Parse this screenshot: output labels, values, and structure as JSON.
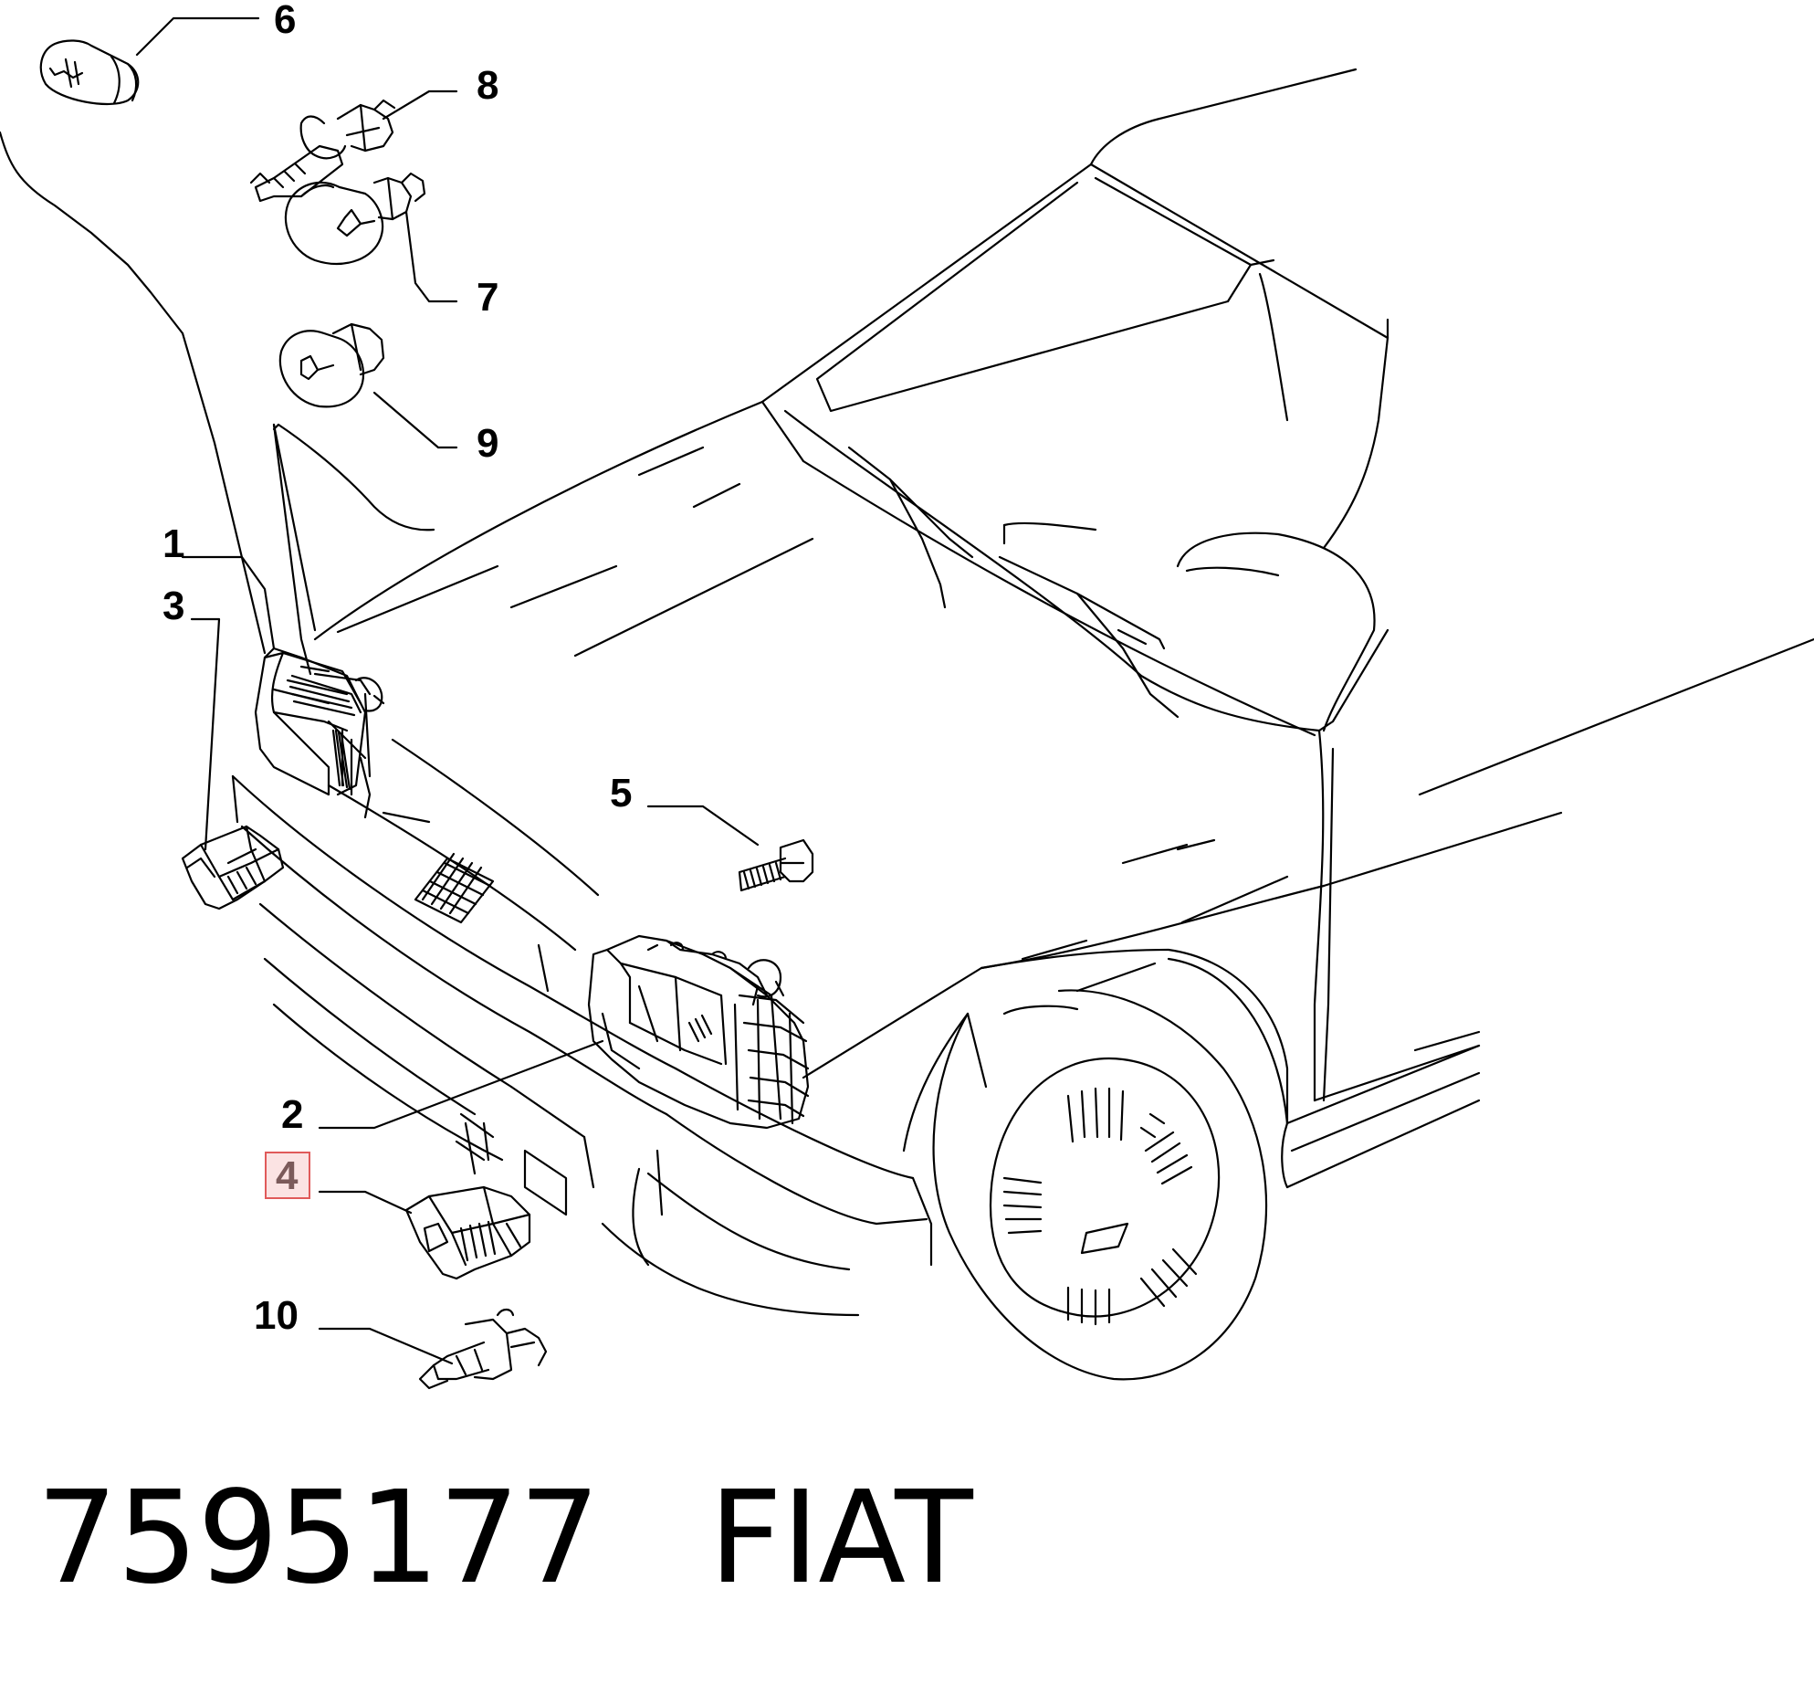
{
  "callouts": [
    {
      "id": "6",
      "label": "6",
      "highlighted": false
    },
    {
      "id": "8",
      "label": "8",
      "highlighted": false
    },
    {
      "id": "7",
      "label": "7",
      "highlighted": false
    },
    {
      "id": "9",
      "label": "9",
      "highlighted": false
    },
    {
      "id": "1",
      "label": "1",
      "highlighted": false
    },
    {
      "id": "3",
      "label": "3",
      "highlighted": false
    },
    {
      "id": "5",
      "label": "5",
      "highlighted": false
    },
    {
      "id": "2",
      "label": "2",
      "highlighted": false
    },
    {
      "id": "4",
      "label": "4",
      "highlighted": true
    },
    {
      "id": "10",
      "label": "10",
      "highlighted": false
    }
  ],
  "caption": {
    "part_number": "7595177",
    "brand": "FIAT"
  },
  "colors": {
    "line": "#000000",
    "highlight_border": "#e05a5a",
    "highlight_fill": "#fbe3e3",
    "highlight_text": "#7b5a5a"
  }
}
